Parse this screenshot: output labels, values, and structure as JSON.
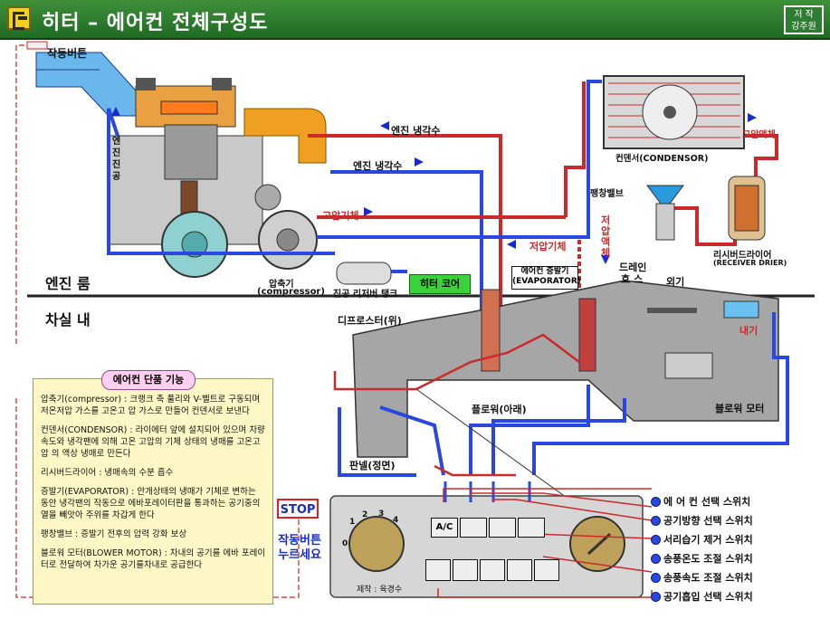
{
  "header": {
    "title": "히터 – 에어컨 전체구성도",
    "badge_line1": "저 작",
    "badge_line2": "강주원"
  },
  "labels": {
    "start_button": "작동버튼",
    "engine_intake": "엔진진공",
    "engine_coolant_1": "엔진 냉각수",
    "engine_coolant_2": "엔진 냉각수",
    "high_pressure_gas": "고압기체",
    "low_pressure_gas": "저압기체",
    "low_pressure_liquid": "저압액체",
    "high_pressure_liquid": "고압액체",
    "condenser": "컨덴서(CONDENSOR)",
    "expansion_valve": "팽창밸브",
    "receiver_drier_1": "리시버드라이어",
    "receiver_drier_2": "(RECEIVER DRIER)",
    "compressor_1": "압축기",
    "compressor_2": "(compressor)",
    "vacuum_tank": "진공 리저버 탱크",
    "heater_core": "히터 코어",
    "evaporator_1": "에어컨 증발기",
    "evaporator_2": "(EVAPORATOR)",
    "drain_hose_1": "드레인",
    "drain_hose_2": "호 스",
    "outside_air": "외기",
    "inside_air": "내기",
    "engine_room": "엔진 룸",
    "cabin": "차실 내",
    "defroster": "디프로스터(위)",
    "floor": "플로워(아래)",
    "panel": "판넬(정면)",
    "blower_motor": "블로워 모터",
    "producer": "제작 : 육경수"
  },
  "info": {
    "title": "에어컨 단품 기능",
    "items": [
      "압축기(compressor) : 크랭크 축 풀리와 V-벨트로 구동되며 저온저압  가스를  고온고 압 가스로 만들어 컨덴서로 보낸다",
      "컨덴서(CONDENSOR) : 라이에터 앞에    설치되어 있으며 차량속도와 냉각팬에 의해 고온 고압의 기체 상태의 냉매를 고온고 압 의 액상 냉매로 만든다",
      "리시버드라이어 : 냉매속의 수분 흡수",
      "증발기(EVAPORATOR) : 안개상태의  냉매가 기체로 변하는 동안 냉각팬의 작동으로 에바포레이터판을 통과하는 공기중의 열을 빼앗아 주위를 차갑게 한다",
      "팽창밸브 : 증발기 전후의 압력 강화 보상",
      "블로워 모터(BLOWER MOTOR) : 차내의 공기를 에바 포레이터로  전달하여  차가운 공기를차내로 공급한다"
    ]
  },
  "stop": {
    "label": "STOP",
    "press_line1": "작동버튼",
    "press_line2": "누르세요"
  },
  "panel_buttons": {
    "ac": "A/C"
  },
  "dial_numbers": [
    "0",
    "1",
    "2",
    "3",
    "4"
  ],
  "switches": [
    "에 어 컨  선택 스위치",
    "공기방향 선택 스위치",
    "서리습기 제거 스위치",
    "송풍온도 조절 스위치",
    "송풍속도 조절 스위치",
    "공기흡입 선택 스위치"
  ],
  "colors": {
    "header_green": "#1f6b24",
    "hot_line": "#cc2a2a",
    "cold_line": "#2a48e0",
    "info_bg": "#fff8c6"
  }
}
